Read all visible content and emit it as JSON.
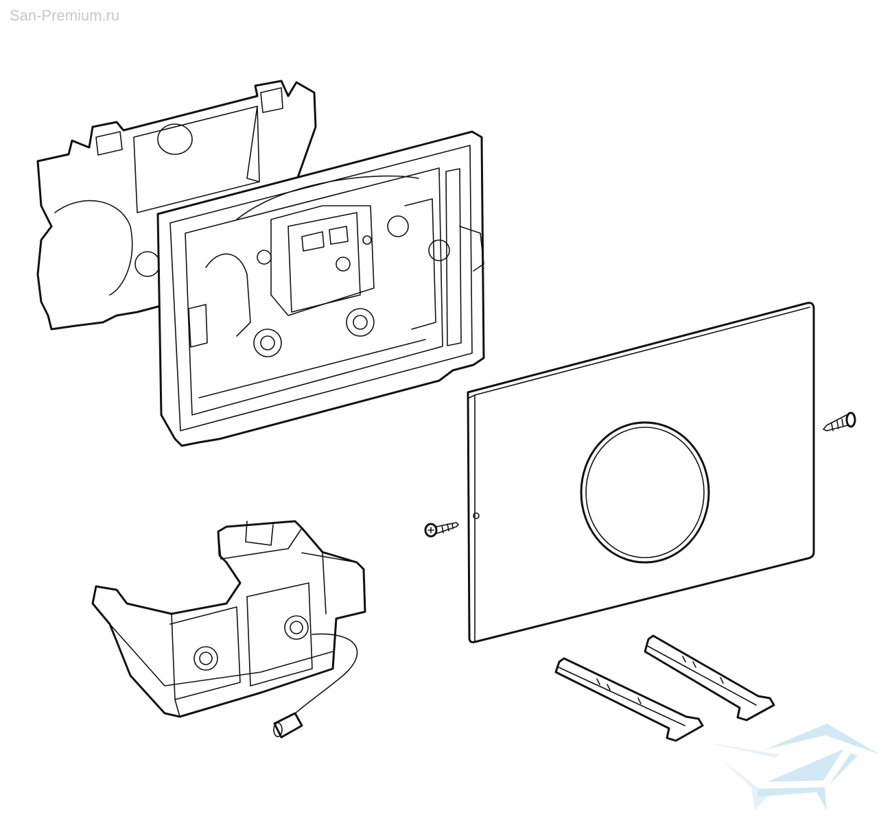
{
  "watermark": {
    "text": "San-Premium.ru"
  },
  "logo": {
    "name": "san-premium-bathtub-logo",
    "color": "#cfe6f5"
  },
  "diagram": {
    "parts": [
      "back-mounting-frame",
      "actuation-frame",
      "cover-plate",
      "fixing-screw",
      "fixing-screw",
      "control-module",
      "actuation-rod",
      "actuation-rod"
    ],
    "line_color": "#111111"
  }
}
